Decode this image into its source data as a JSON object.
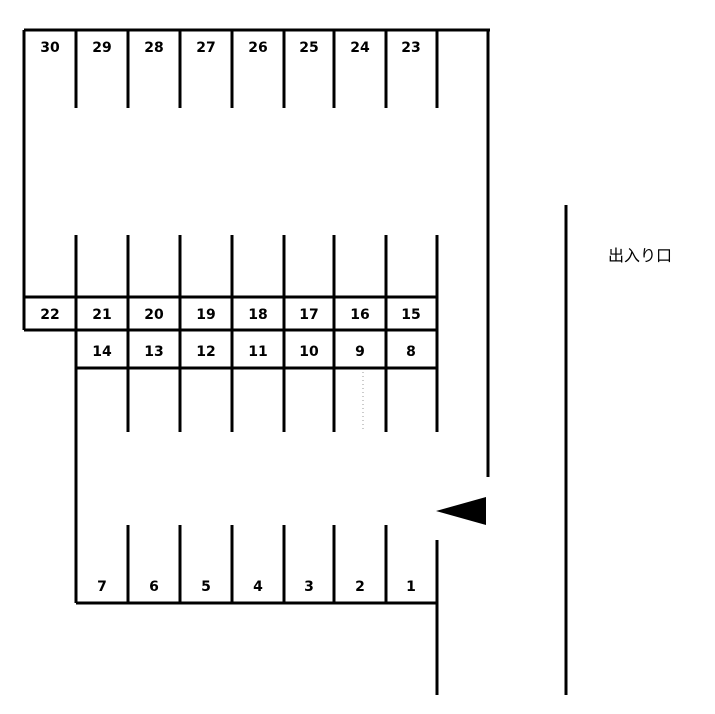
{
  "entrance_label": "出入り口",
  "arrow_direction": "left",
  "colors": {
    "line": "#000000",
    "background": "#ffffff",
    "divider_dotted": "#999999"
  },
  "top_row_spaces": [
    "30",
    "29",
    "28",
    "27",
    "26",
    "25",
    "24",
    "23"
  ],
  "upper_middle_spaces": [
    "22",
    "21",
    "20",
    "19",
    "18",
    "17",
    "16",
    "15"
  ],
  "lower_middle_spaces": [
    "14",
    "13",
    "12",
    "11",
    "10",
    "9",
    "8"
  ],
  "bottom_row_spaces": [
    "7",
    "6",
    "5",
    "4",
    "3",
    "2",
    "1"
  ]
}
